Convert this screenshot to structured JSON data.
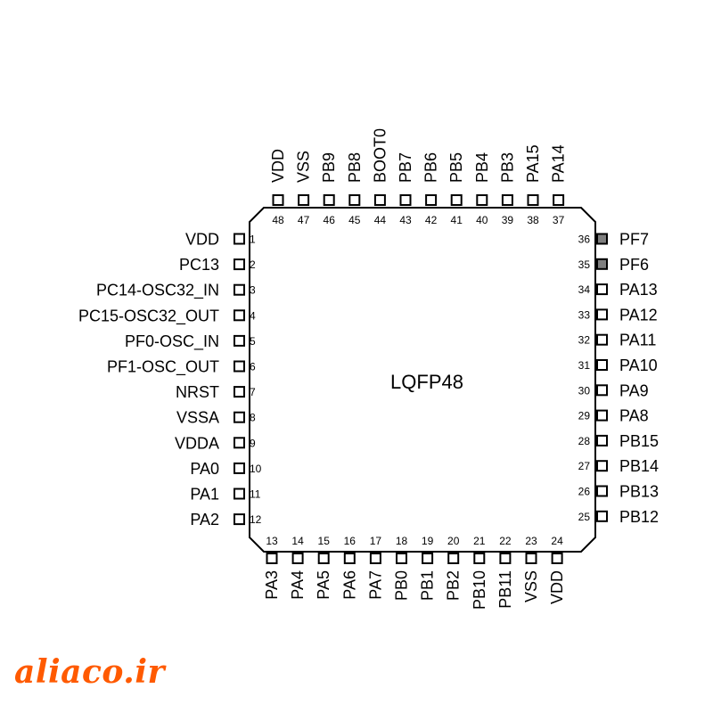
{
  "package": {
    "name": "LQFP48"
  },
  "watermark": "aliaco.ir",
  "colors": {
    "pin_normal": "#ffffff",
    "pin_highlight": "#7f7f7f",
    "outline": "#000000",
    "watermark": "#ff5a00"
  },
  "pins": {
    "left": [
      {
        "num": "1",
        "name": "VDD"
      },
      {
        "num": "2",
        "name": "PC13"
      },
      {
        "num": "3",
        "name": "PC14-OSC32_IN"
      },
      {
        "num": "4",
        "name": "PC15-OSC32_OUT"
      },
      {
        "num": "5",
        "name": "PF0-OSC_IN"
      },
      {
        "num": "6",
        "name": "PF1-OSC_OUT"
      },
      {
        "num": "7",
        "name": "NRST"
      },
      {
        "num": "8",
        "name": "VSSA"
      },
      {
        "num": "9",
        "name": "VDDA"
      },
      {
        "num": "10",
        "name": "PA0"
      },
      {
        "num": "11",
        "name": "PA1"
      },
      {
        "num": "12",
        "name": "PA2"
      }
    ],
    "bottom": [
      {
        "num": "13",
        "name": "PA3"
      },
      {
        "num": "14",
        "name": "PA4"
      },
      {
        "num": "15",
        "name": "PA5"
      },
      {
        "num": "16",
        "name": "PA6"
      },
      {
        "num": "17",
        "name": "PA7"
      },
      {
        "num": "18",
        "name": "PB0"
      },
      {
        "num": "19",
        "name": "PB1"
      },
      {
        "num": "20",
        "name": "PB2"
      },
      {
        "num": "21",
        "name": "PB10"
      },
      {
        "num": "22",
        "name": "PB11"
      },
      {
        "num": "23",
        "name": "VSS"
      },
      {
        "num": "24",
        "name": "VDD"
      }
    ],
    "right": [
      {
        "num": "36",
        "name": "PF7",
        "highlight": true
      },
      {
        "num": "35",
        "name": "PF6",
        "highlight": true
      },
      {
        "num": "34",
        "name": "PA13"
      },
      {
        "num": "33",
        "name": "PA12"
      },
      {
        "num": "32",
        "name": "PA11"
      },
      {
        "num": "31",
        "name": "PA10"
      },
      {
        "num": "30",
        "name": "PA9"
      },
      {
        "num": "29",
        "name": "PA8"
      },
      {
        "num": "28",
        "name": "PB15"
      },
      {
        "num": "27",
        "name": "PB14"
      },
      {
        "num": "26",
        "name": "PB13"
      },
      {
        "num": "25",
        "name": "PB12"
      }
    ],
    "top": [
      {
        "num": "48",
        "name": "VDD"
      },
      {
        "num": "47",
        "name": "VSS"
      },
      {
        "num": "46",
        "name": "PB9"
      },
      {
        "num": "45",
        "name": "PB8"
      },
      {
        "num": "44",
        "name": "BOOT0"
      },
      {
        "num": "43",
        "name": "PB7"
      },
      {
        "num": "42",
        "name": "PB6"
      },
      {
        "num": "41",
        "name": "PB5"
      },
      {
        "num": "40",
        "name": "PB4"
      },
      {
        "num": "39",
        "name": "PB3"
      },
      {
        "num": "38",
        "name": "PA15"
      },
      {
        "num": "37",
        "name": "PA14"
      }
    ]
  }
}
